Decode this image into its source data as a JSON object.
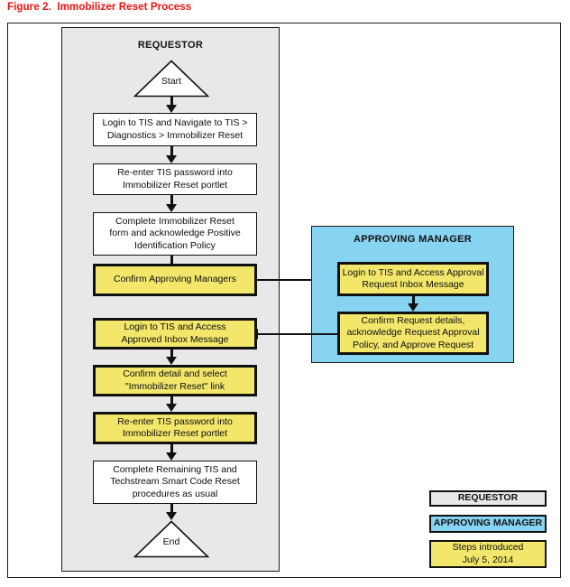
{
  "figure": {
    "caption": "Figure 2.  Immobilizer Reset Process"
  },
  "lanes": {
    "requestor": {
      "title": "REQUESTOR",
      "color": "#e8e8e8"
    },
    "approving_manager": {
      "title": "APPROVING MANAGER",
      "color": "#87d3f2"
    }
  },
  "colors": {
    "caption": "#ee1111",
    "requestor_lane": "#e8e8e8",
    "approver_lane": "#87d3f2",
    "new_step": "#f2e76a",
    "outline": "#111111",
    "white_step": "#ffffff"
  },
  "nodes": {
    "start": "Start",
    "step1": "Login to TIS and Navigate to TIS >\nDiagnostics > Immobilizer Reset",
    "step2": "Re-enter TIS password into\nImmobilizer Reset portlet",
    "step3": "Complete Immobilizer Reset\nform and acknowledge Positive\nIdentification Policy",
    "step4": "Confirm Approving Managers",
    "step5": "Login to TIS and Access Approval\nRequest Inbox Message",
    "step6": "Confirm Request details,\nacknowledge Request Approval\nPolicy, and Approve Request",
    "step7": "Login to TIS and Access\nApproved Inbox Message",
    "step8": "Confirm detail and select\n\"Immobilizer Reset\" link",
    "step9": "Re-enter TIS password into\nImmobilizer Reset portlet",
    "step10": "Complete Remaining TIS and\nTechstream Smart Code Reset\nprocedures as usual",
    "end": "End"
  },
  "legend": {
    "requestor": "REQUESTOR",
    "approving_manager": "APPROVING MANAGER",
    "new_steps": "Steps introduced\nJuly 5, 2014"
  }
}
